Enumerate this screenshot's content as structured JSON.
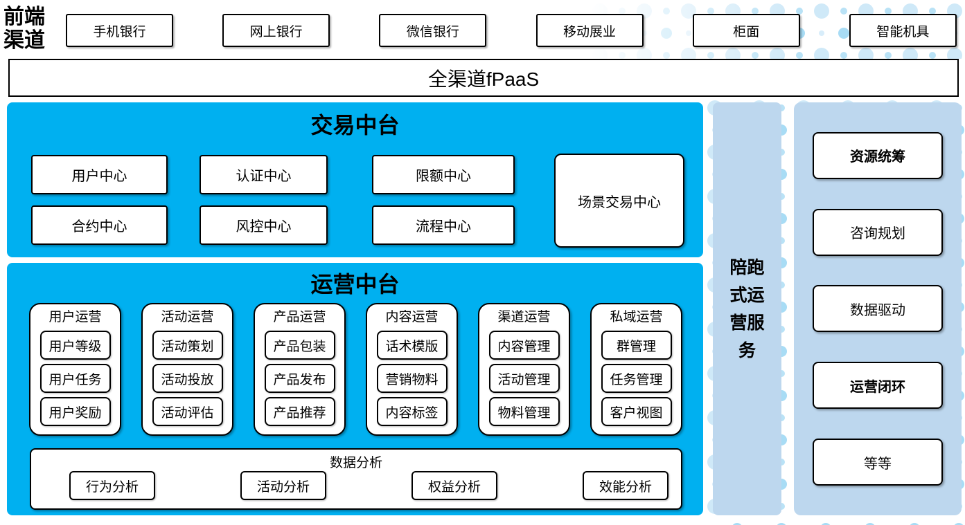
{
  "frontend": {
    "label": "前端渠道"
  },
  "channels": [
    "手机银行",
    "网上银行",
    "微信银行",
    "移动展业",
    "柜面",
    "智能机具"
  ],
  "fpaas": {
    "label": "全渠道fPaaS"
  },
  "trading": {
    "title": "交易中台",
    "centers_row1": [
      "用户中心",
      "认证中心",
      "限额中心"
    ],
    "centers_row2": [
      "合约中心",
      "风控中心",
      "流程中心"
    ],
    "scene_center": "场景交易中心"
  },
  "operations": {
    "title": "运营中台",
    "groups": [
      {
        "title": "用户运营",
        "items": [
          "用户等级",
          "用户任务",
          "用户奖励"
        ]
      },
      {
        "title": "活动运营",
        "items": [
          "活动策划",
          "活动投放",
          "活动评估"
        ]
      },
      {
        "title": "产品运营",
        "items": [
          "产品包装",
          "产品发布",
          "产品推荐"
        ]
      },
      {
        "title": "内容运营",
        "items": [
          "话术模版",
          "营销物料",
          "内容标签"
        ]
      },
      {
        "title": "渠道运营",
        "items": [
          "内容管理",
          "活动管理",
          "物料管理"
        ]
      },
      {
        "title": "私域运营",
        "items": [
          "群管理",
          "任务管理",
          "客户视图"
        ]
      }
    ],
    "analytics": {
      "title": "数据分析",
      "items": [
        "行为分析",
        "活动分析",
        "权益分析",
        "效能分析"
      ]
    }
  },
  "companion": {
    "label": "陪跑式运营服务"
  },
  "services": {
    "items": [
      {
        "label": "资源统筹",
        "bold": true
      },
      {
        "label": "咨询规划",
        "bold": false
      },
      {
        "label": "数据驱动",
        "bold": false
      },
      {
        "label": "运营闭环",
        "bold": true
      },
      {
        "label": "等等",
        "bold": false
      }
    ]
  },
  "colors": {
    "primary_blue": "#00B0F0",
    "light_blue": "#BDD7EE",
    "dot_light": "#D8EDFA",
    "dot_medium": "#A8DCF5"
  }
}
